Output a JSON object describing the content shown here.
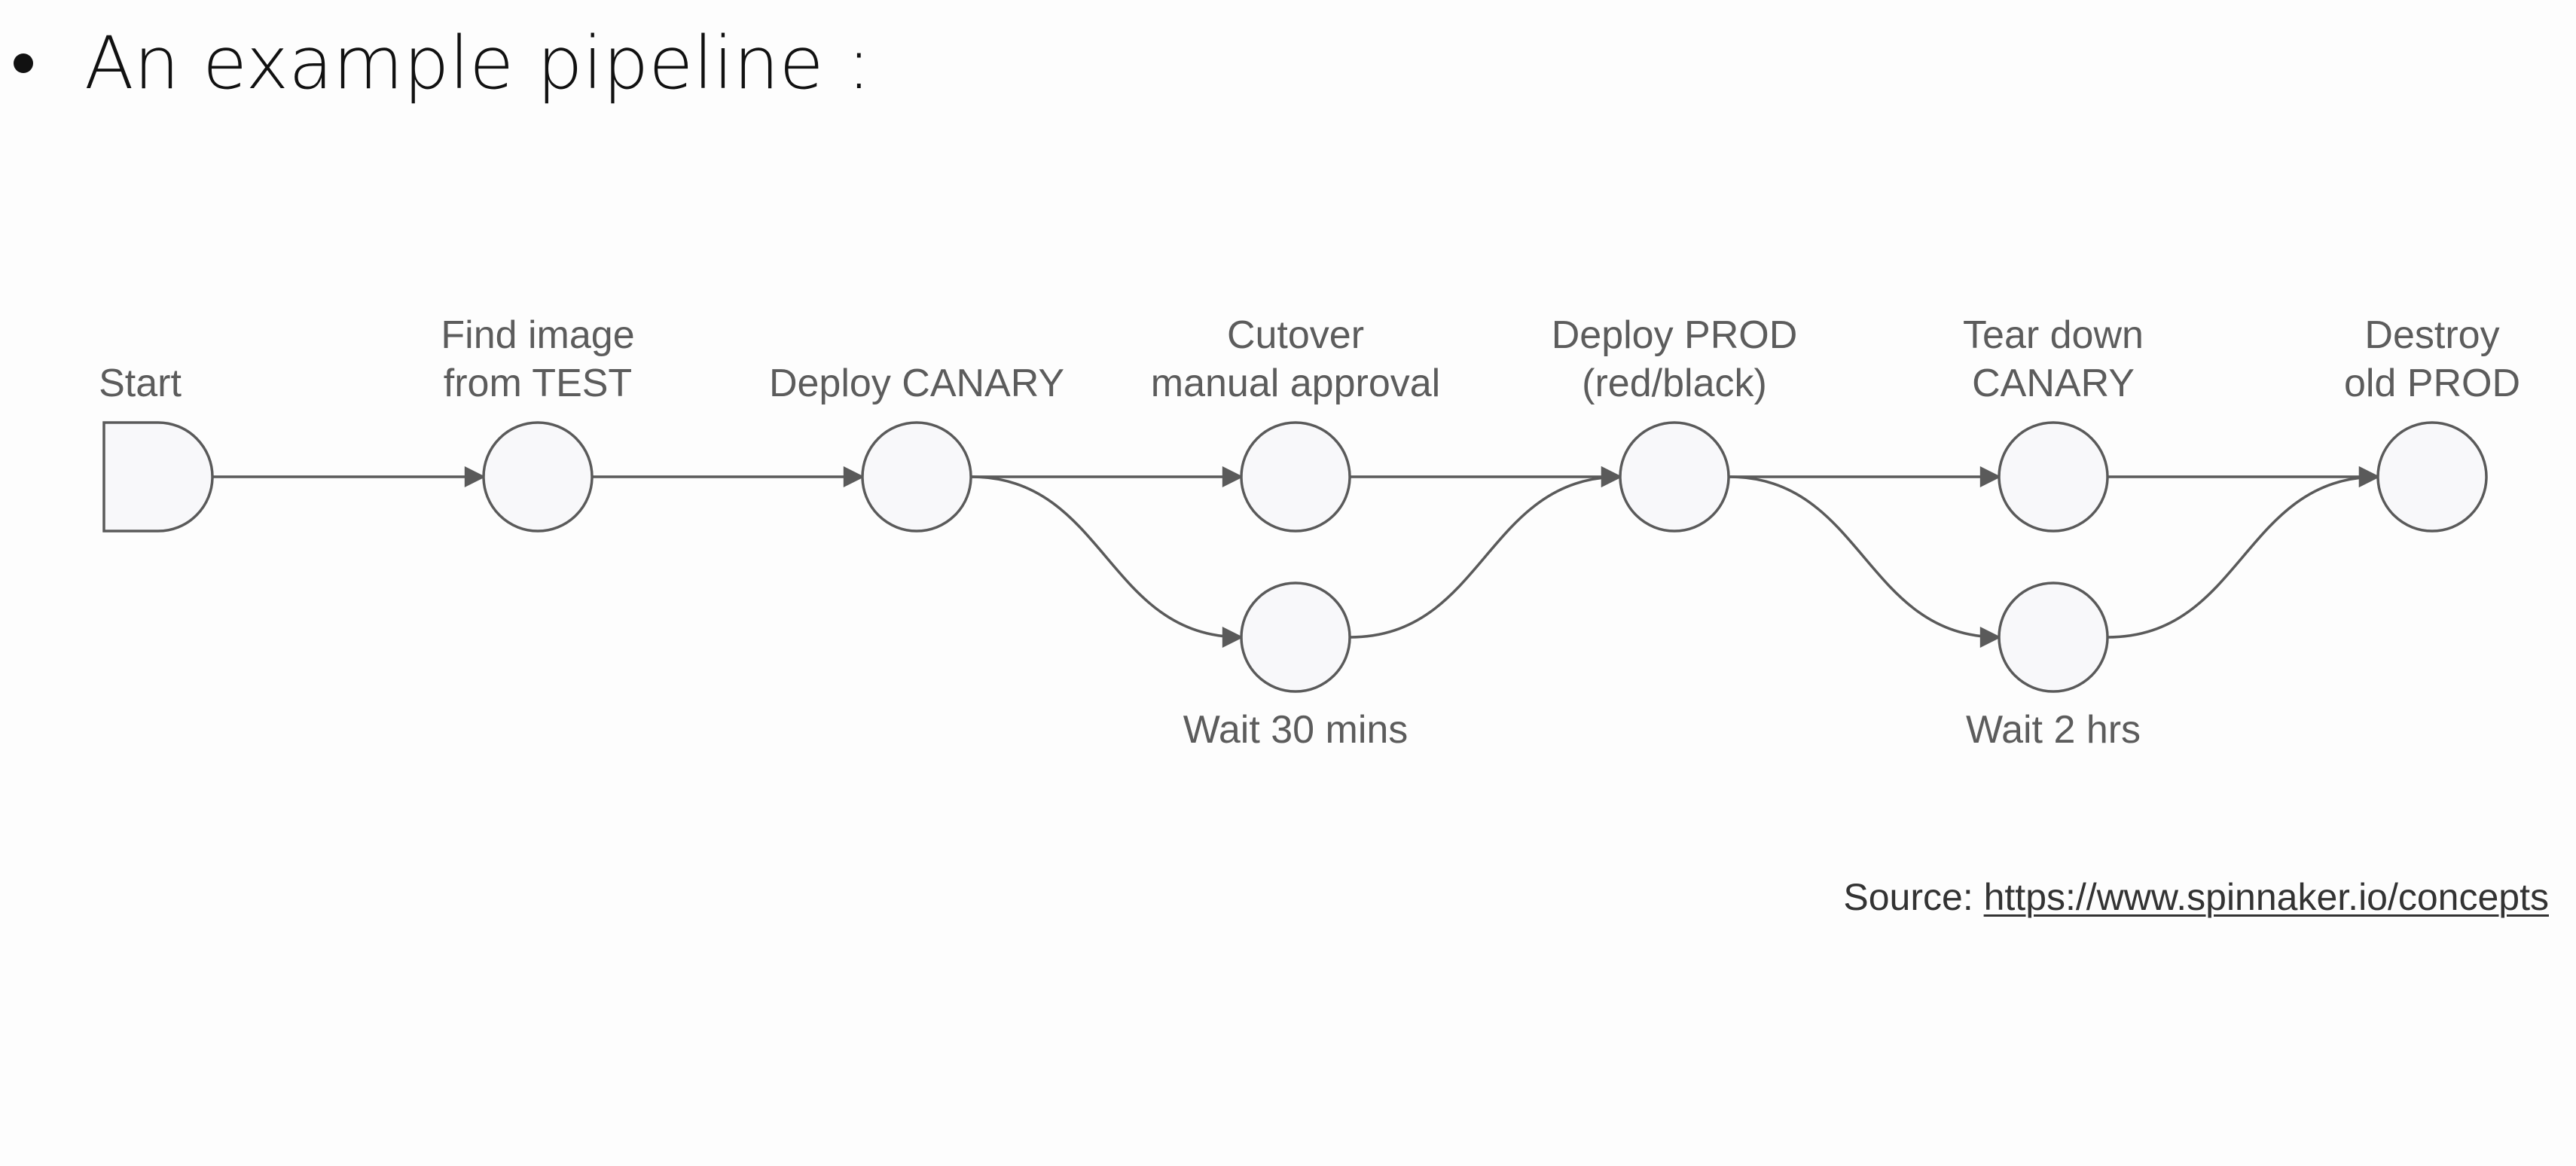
{
  "slide": {
    "heading": "An example pipeline :"
  },
  "diagram": {
    "nodes": [
      {
        "id": "start",
        "shape": "start-d",
        "label_lines": [
          "Start"
        ],
        "label_position": "above"
      },
      {
        "id": "find-image",
        "shape": "circle",
        "label_lines": [
          "Find image",
          "from TEST"
        ],
        "label_position": "above"
      },
      {
        "id": "deploy-canary",
        "shape": "circle",
        "label_lines": [
          "Deploy CANARY"
        ],
        "label_position": "above"
      },
      {
        "id": "cutover",
        "shape": "circle",
        "label_lines": [
          "Cutover",
          "manual approval"
        ],
        "label_position": "above"
      },
      {
        "id": "wait-30",
        "shape": "circle",
        "label_lines": [
          "Wait 30 mins"
        ],
        "label_position": "below"
      },
      {
        "id": "deploy-prod",
        "shape": "circle",
        "label_lines": [
          "Deploy PROD",
          "(red/black)"
        ],
        "label_position": "above"
      },
      {
        "id": "tear-down",
        "shape": "circle",
        "label_lines": [
          "Tear down",
          "CANARY"
        ],
        "label_position": "above"
      },
      {
        "id": "wait-2",
        "shape": "circle",
        "label_lines": [
          "Wait 2 hrs"
        ],
        "label_position": "below"
      },
      {
        "id": "destroy",
        "shape": "circle",
        "label_lines": [
          "Destroy",
          "old PROD"
        ],
        "label_position": "above"
      }
    ],
    "edges": [
      {
        "from": "start",
        "to": "find-image"
      },
      {
        "from": "find-image",
        "to": "deploy-canary"
      },
      {
        "from": "deploy-canary",
        "to": "cutover"
      },
      {
        "from": "deploy-canary",
        "to": "wait-30"
      },
      {
        "from": "cutover",
        "to": "deploy-prod"
      },
      {
        "from": "wait-30",
        "to": "deploy-prod"
      },
      {
        "from": "deploy-prod",
        "to": "tear-down"
      },
      {
        "from": "deploy-prod",
        "to": "wait-2"
      },
      {
        "from": "tear-down",
        "to": "destroy"
      },
      {
        "from": "wait-2",
        "to": "destroy"
      }
    ],
    "colors": {
      "stroke": "#5a5a5a",
      "node_fill": "#f8f8fa",
      "label": "#5c5c5c"
    }
  },
  "source": {
    "prefix": "Source: ",
    "link_text": "https://www.spinnaker.io/concepts"
  }
}
